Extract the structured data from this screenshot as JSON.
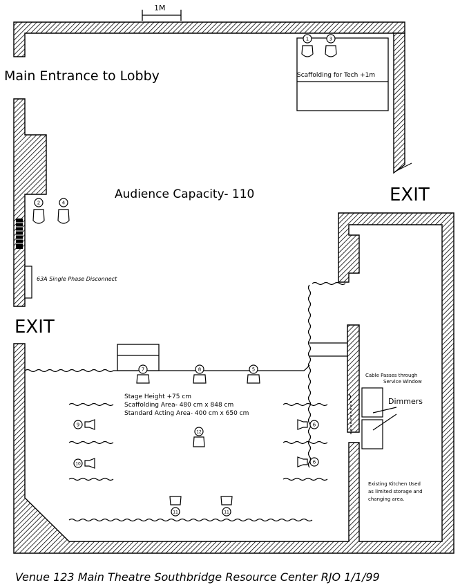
{
  "scale_label": "1M",
  "main_entrance": "Main Entrance to Lobby",
  "scaffolding_tech": "Scaffolding for Tech +1m",
  "exit_right": "EXIT",
  "exit_left": "EXIT",
  "audience_capacity": "Audience Capacity- 110",
  "disconnect": "63A Single Phase Disconnect",
  "stage_height": "Stage Height +75 cm",
  "scaffolding_area": "Scaffolding Area-  480 cm x 848 cm",
  "acting_area": "Standard Acting Area- 400 cm x 650 cm",
  "cable_passes_1": "Cable Passes through",
  "cable_passes_2": "Service Window",
  "dimmers": "Dimmers",
  "kitchen_1": "Existing Kitchen Used",
  "kitchen_2": "as limited storage and",
  "kitchen_3": "changing area.",
  "footer": "Venue 123  Main Theatre  Southbridge Resource Center   RJO 1/1/99",
  "lights": [
    "1",
    "3",
    "2",
    "4",
    "7",
    "8",
    "5",
    "9",
    "6",
    "10",
    "6",
    "12",
    "11",
    "11"
  ]
}
